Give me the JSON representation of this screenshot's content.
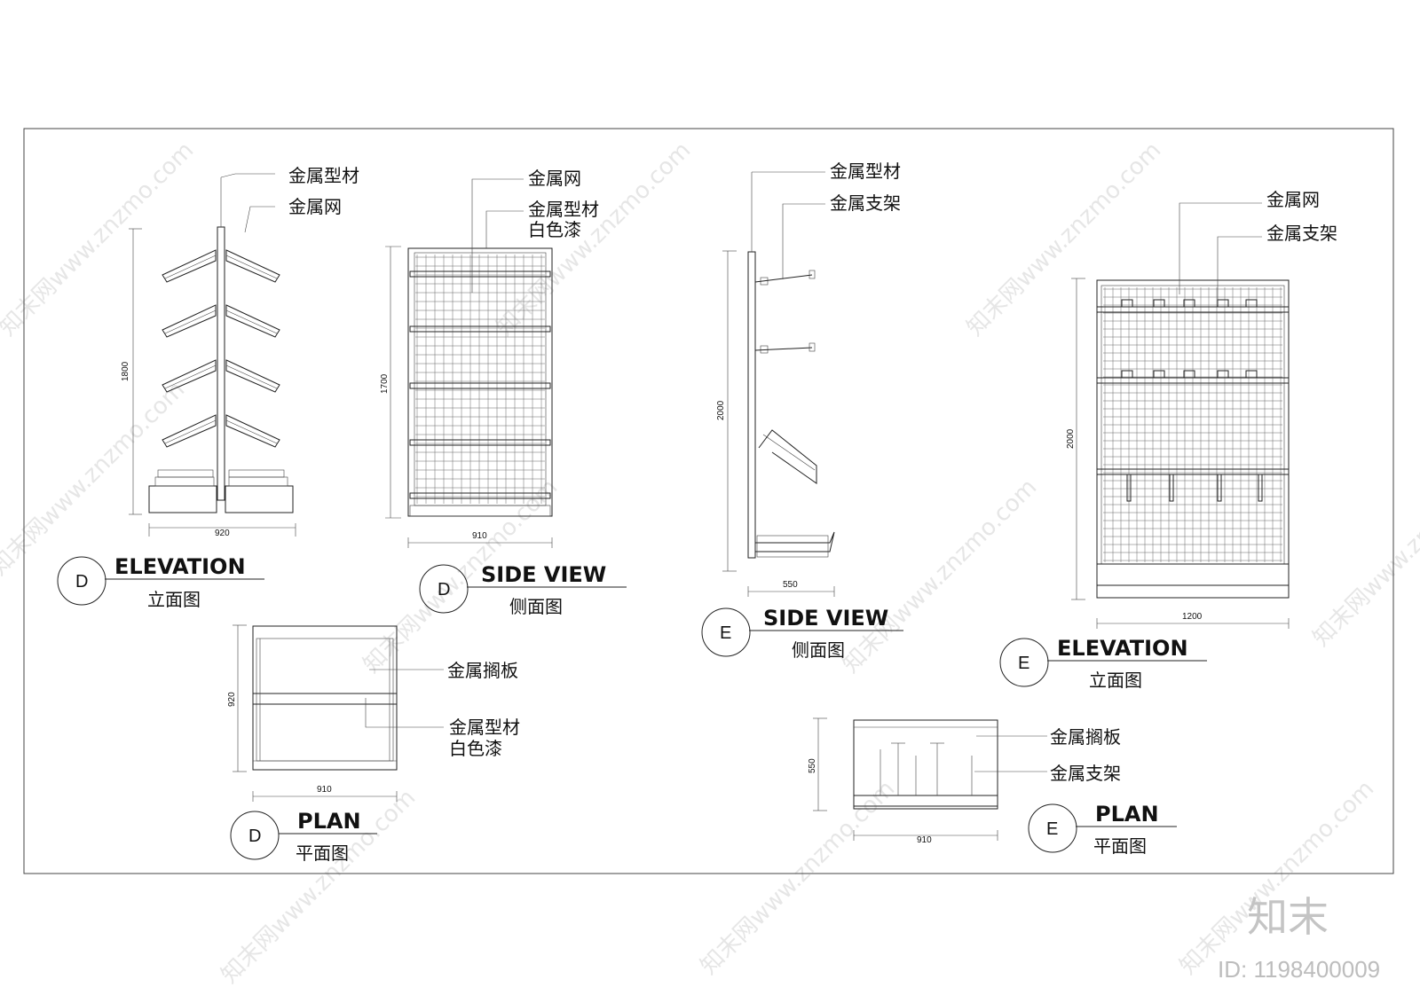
{
  "labels": {
    "metal_profile": "金属型材",
    "metal_mesh": "金属网",
    "white_paint": "白色漆",
    "metal_bracket": "金属支架",
    "metal_shelf": "金属搁板"
  },
  "views": {
    "d_elevation": {
      "marker": "D",
      "title": "ELEVATION",
      "subtitle": "立面图",
      "height_dim": "1800",
      "width_dim": "920"
    },
    "d_side": {
      "marker": "D",
      "title": "SIDE VIEW",
      "subtitle": "侧面图",
      "height_dim": "1700",
      "width_dim": "910"
    },
    "d_plan": {
      "marker": "D",
      "title": "PLAN",
      "subtitle": "平面图",
      "height_dim": "920",
      "width_dim": "910"
    },
    "e_side": {
      "marker": "E",
      "title": "SIDE VIEW",
      "subtitle": "侧面图",
      "height_dim": "2000",
      "width_dim": "550"
    },
    "e_elevation": {
      "marker": "E",
      "title": "ELEVATION",
      "subtitle": "立面图",
      "height_dim": "2000",
      "width_dim": "1200"
    },
    "e_plan": {
      "marker": "E",
      "title": "PLAN",
      "subtitle": "平面图",
      "height_dim": "550",
      "width_dim": "910"
    }
  },
  "watermark": {
    "text": "知末网www.znzmo.com",
    "brand": "知末",
    "id": "ID: 1198400009"
  }
}
